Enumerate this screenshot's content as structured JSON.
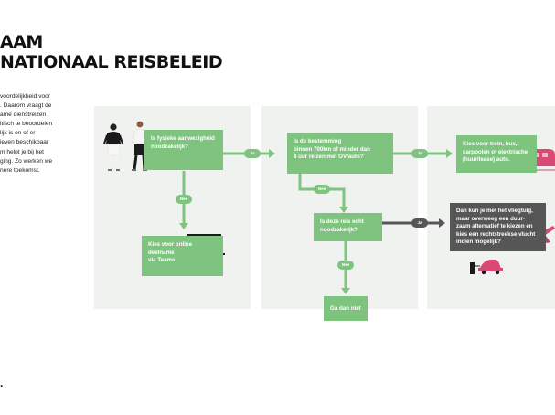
{
  "header": {
    "title_line1": "AAM",
    "title_line2": "NATIONAAL REISBELEID"
  },
  "intro_lines": [
    "voordelijkheid voor",
    ". Daarom vraagt de",
    "ame dienstreizen",
    "itisch te beoordelen",
    "lijk is en of er",
    "ieven beschikbaar",
    "m helpt je bij het",
    "ging. Zo werken we",
    "nere toekomst."
  ],
  "boxes": {
    "q1": [
      "Is fysieke aanwezigheid",
      "noodzakelijk?"
    ],
    "online": [
      "Kies voor online",
      "deelname",
      "via Teams"
    ],
    "q2": [
      "Is de bestemming",
      "binnen 700km of minder dan",
      "8 uur reizen met OV/auto?"
    ],
    "q3": [
      "Is deze reis echt",
      "noodzakelijk?"
    ],
    "stay": [
      "Ga dan niet"
    ],
    "train": [
      "Kies voor trein, bus,",
      "carpoolen of elektrische",
      "(huur/lease) auto."
    ],
    "fly": [
      "Dan kun je met het vliegtuig,",
      "maar overweeg een duur-",
      "zaam alternatief te kiezen en",
      "kies een rechtstreekse vlucht",
      "indien mogelijk?"
    ]
  },
  "pills": {
    "ja_1": "Ja",
    "nee_1": "Nee",
    "nee_2": "Nee",
    "ja_2": "Ja",
    "ja_3": "Ja",
    "nee_3": "Nee"
  },
  "footer_mark": "."
}
